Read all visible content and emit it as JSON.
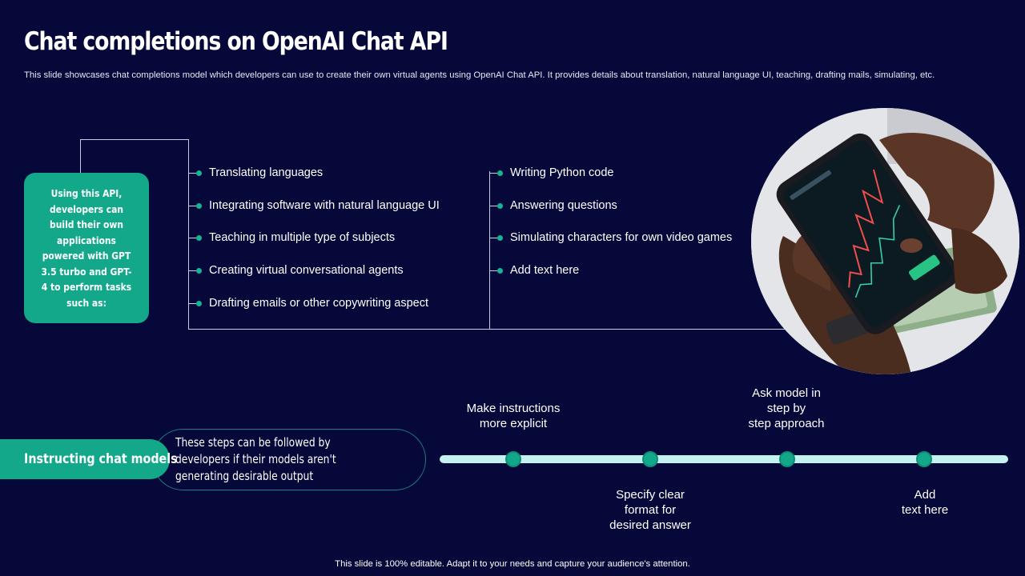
{
  "slide": {
    "title": "Chat completions on OpenAI Chat API",
    "subtitle": "This slide showcases chat completions model which developers can use to create their own virtual agents using OpenAI Chat API. It provides details about translation, natural language UI, teaching, drafting mails, simulating, etc."
  },
  "api_box": {
    "text": "Using this API, developers can build their own applications powered with GPT 3.5 turbo and GPT-4 to perform tasks such as:"
  },
  "tasks_left": [
    "Translating languages",
    "Integrating software with natural language UI",
    "Teaching in multiple type of subjects",
    "Creating virtual conversational agents",
    "Drafting emails or other copywriting aspect"
  ],
  "tasks_right": [
    "Writing Python code",
    "Answering questions",
    "Simulating characters for own video games",
    "Add text here"
  ],
  "instructing": {
    "label": "Instructing chat models",
    "description": "These steps can be followed by developers if their models aren't generating desirable output"
  },
  "steps": {
    "s1": [
      "Make instructions",
      "more explicit"
    ],
    "s2": [
      "Specify clear",
      "format for",
      "desired answer"
    ],
    "s3": [
      "Ask model in",
      "step by",
      "step approach"
    ],
    "s4": [
      "Add",
      "text here"
    ]
  },
  "footer": "This slide is 100% editable. Adapt it to your needs and capture your audience's attention.",
  "colors": {
    "background": "#050839",
    "accent": "#13a889",
    "timeline": "#c4f2f1"
  }
}
